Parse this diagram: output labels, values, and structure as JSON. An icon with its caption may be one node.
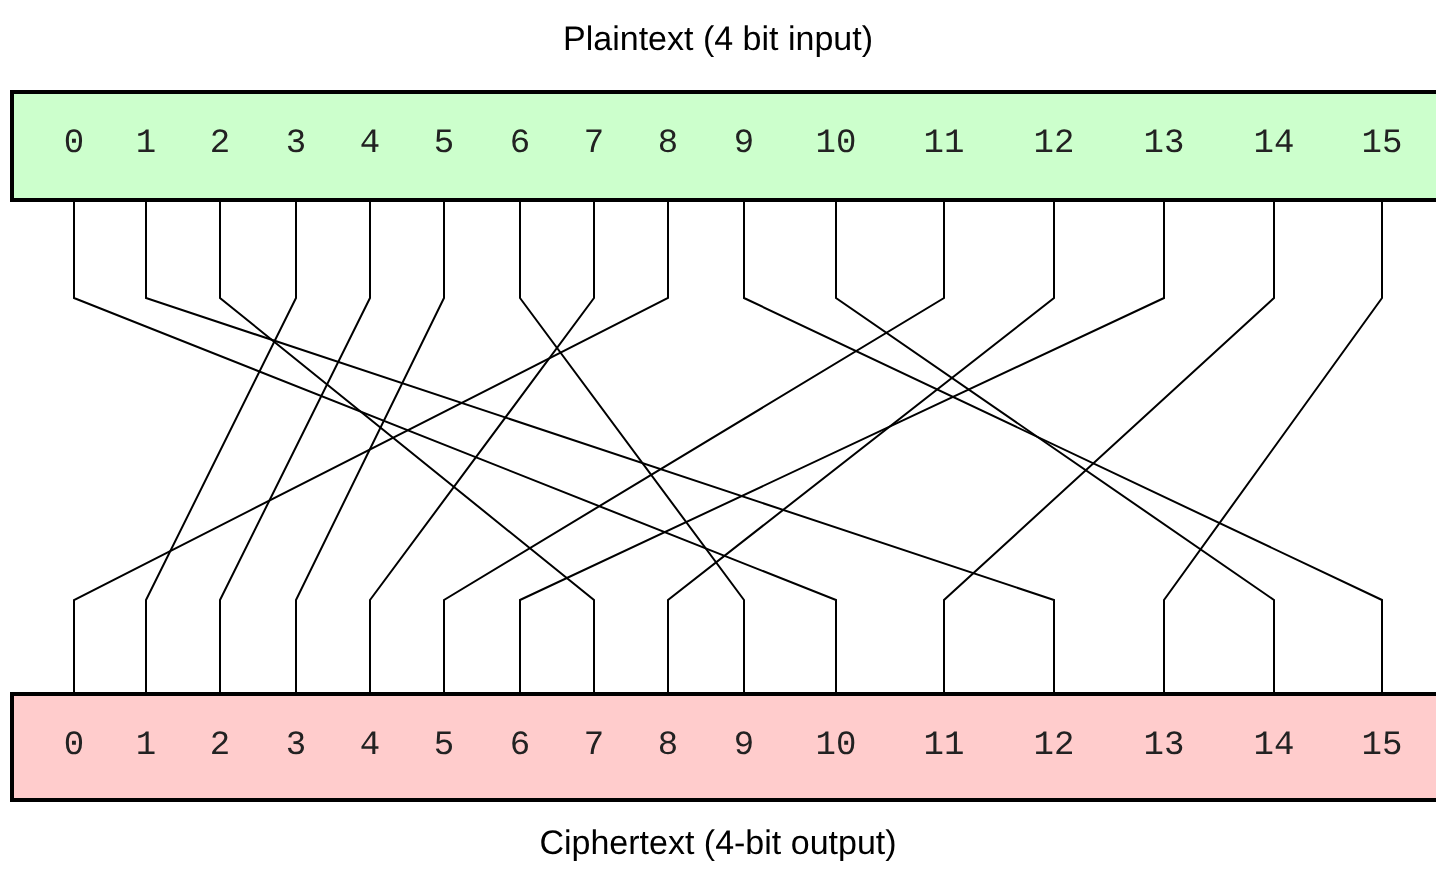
{
  "diagram": {
    "nodes": [
      {
        "text": [
          "Plaintext (4 bit input)"
        ]
      },
      {
        "text": [
          "0"
        ],
        "in": 0
      },
      {
        "text": [
          "1"
        ],
        "in": 0
      },
      {
        "text": [
          "2"
        ],
        "in": 0
      },
      {
        "text": [
          "3"
        ],
        "in": 0
      },
      {
        "text": [
          "4"
        ],
        "in": 0
      },
      {
        "text": [
          "5"
        ],
        "in": 0
      },
      {
        "text": [
          "6"
        ],
        "in": 0
      },
      {
        "text": [
          "7"
        ],
        "in": 0
      },
      {
        "text": [
          "8"
        ],
        "in": 0
      },
      {
        "text": [
          "9"
        ],
        "in": 0
      },
      {
        "text": [
          "10"
        ],
        "in": 0
      },
      {
        "text": [
          "11"
        ],
        "in": 0
      },
      {
        "text": [
          "12"
        ],
        "in": 0
      },
      {
        "text": [
          "13"
        ],
        "in": 0
      },
      {
        "text": [
          "14"
        ],
        "in": 0
      },
      {
        "text": [
          "15"
        ],
        "in": 0
      },
      {
        "text": [
          "Ciphertext (4-bit output)"
        ]
      },
      {
        "text": [
          "0"
        ],
        "in": 17
      },
      {
        "text": [
          "1"
        ],
        "in": 17
      },
      {
        "text": [
          "2"
        ],
        "in": 17
      },
      {
        "text": [
          "3"
        ],
        "in": 17
      },
      {
        "text": [
          "4"
        ],
        "in": 17
      },
      {
        "text": [
          "5"
        ],
        "in": 17
      },
      {
        "text": [
          "6"
        ],
        "in": 17
      },
      {
        "text": [
          "7"
        ],
        "in": 17
      },
      {
        "text": [
          "8"
        ],
        "in": 17
      },
      {
        "text": [
          "9"
        ],
        "in": 17
      },
      {
        "text": [
          "10"
        ],
        "in": 17
      },
      {
        "text": [
          "11"
        ],
        "in": 17
      },
      {
        "text": [
          "12"
        ],
        "in": 17
      },
      {
        "text": [
          "13"
        ],
        "in": 17
      },
      {
        "text": [
          "14"
        ],
        "in": 17
      },
      {
        "text": [
          "15"
        ],
        "in": 17
      }
    ],
    "edges": [
      {
        "from": 1,
        "to": 28,
        "arrow": "none"
      },
      {
        "from": 2,
        "to": 30,
        "arrow": "none"
      },
      {
        "from": 3,
        "to": 25,
        "arrow": "none"
      },
      {
        "from": 4,
        "to": 19,
        "arrow": "none"
      },
      {
        "from": 5,
        "to": 20,
        "arrow": "none"
      },
      {
        "from": 6,
        "to": 21,
        "arrow": "none"
      },
      {
        "from": 7,
        "to": 27,
        "arrow": "none"
      },
      {
        "from": 8,
        "to": 22,
        "arrow": "none"
      },
      {
        "from": 9,
        "to": 18,
        "arrow": "none"
      },
      {
        "from": 10,
        "to": 33,
        "arrow": "none"
      },
      {
        "from": 11,
        "to": 32,
        "arrow": "none"
      },
      {
        "from": 12,
        "to": 23,
        "arrow": "none"
      },
      {
        "from": 13,
        "to": 26,
        "arrow": "none"
      },
      {
        "from": 14,
        "to": 24,
        "arrow": "none"
      },
      {
        "from": 15,
        "to": 29,
        "arrow": "none"
      },
      {
        "from": 16,
        "to": 31,
        "arrow": "none"
      }
    ]
  }
}
